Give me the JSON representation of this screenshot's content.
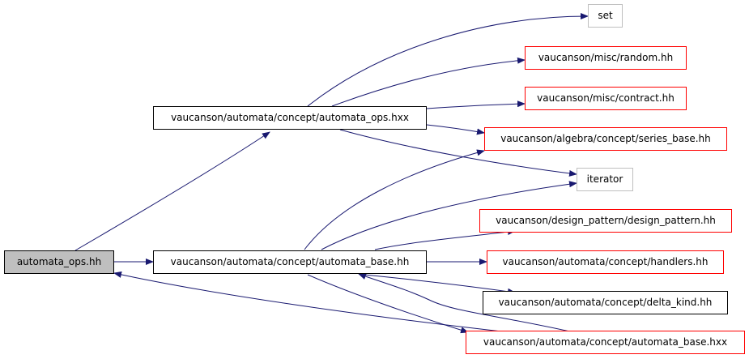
{
  "graph": {
    "edge_color": "#191970",
    "nodes": {
      "automata_ops_hh": {
        "label": "automata_ops.hh",
        "style": "focus"
      },
      "automata_ops_hxx": {
        "label": "vaucanson/automata/concept/automata_ops.hxx",
        "style": "black"
      },
      "set": {
        "label": "set",
        "style": "gray"
      },
      "random": {
        "label": "vaucanson/misc/random.hh",
        "style": "red"
      },
      "contract": {
        "label": "vaucanson/misc/contract.hh",
        "style": "red"
      },
      "series_base": {
        "label": "vaucanson/algebra/concept/series_base.hh",
        "style": "red"
      },
      "iterator": {
        "label": "iterator",
        "style": "gray"
      },
      "design_pattern": {
        "label": "vaucanson/design_pattern/design_pattern.hh",
        "style": "red"
      },
      "automata_base_hh": {
        "label": "vaucanson/automata/concept/automata_base.hh",
        "style": "black"
      },
      "handlers": {
        "label": "vaucanson/automata/concept/handlers.hh",
        "style": "red"
      },
      "delta_kind": {
        "label": "vaucanson/automata/concept/delta_kind.hh",
        "style": "black"
      },
      "automata_base_hxx": {
        "label": "vaucanson/automata/concept/automata_base.hxx",
        "style": "red"
      }
    },
    "edges": [
      [
        "automata_ops_hh",
        "automata_ops_hxx"
      ],
      [
        "automata_ops_hh",
        "automata_base_hh"
      ],
      [
        "automata_ops_hxx",
        "set"
      ],
      [
        "automata_ops_hxx",
        "random"
      ],
      [
        "automata_ops_hxx",
        "contract"
      ],
      [
        "automata_ops_hxx",
        "series_base"
      ],
      [
        "automata_ops_hxx",
        "iterator"
      ],
      [
        "automata_base_hh",
        "series_base"
      ],
      [
        "automata_base_hh",
        "iterator"
      ],
      [
        "automata_base_hh",
        "design_pattern"
      ],
      [
        "automata_base_hh",
        "handlers"
      ],
      [
        "automata_base_hh",
        "delta_kind"
      ],
      [
        "automata_base_hh",
        "automata_base_hxx"
      ],
      [
        "automata_base_hxx",
        "automata_base_hh"
      ],
      [
        "automata_base_hxx",
        "automata_ops_hh"
      ]
    ]
  }
}
